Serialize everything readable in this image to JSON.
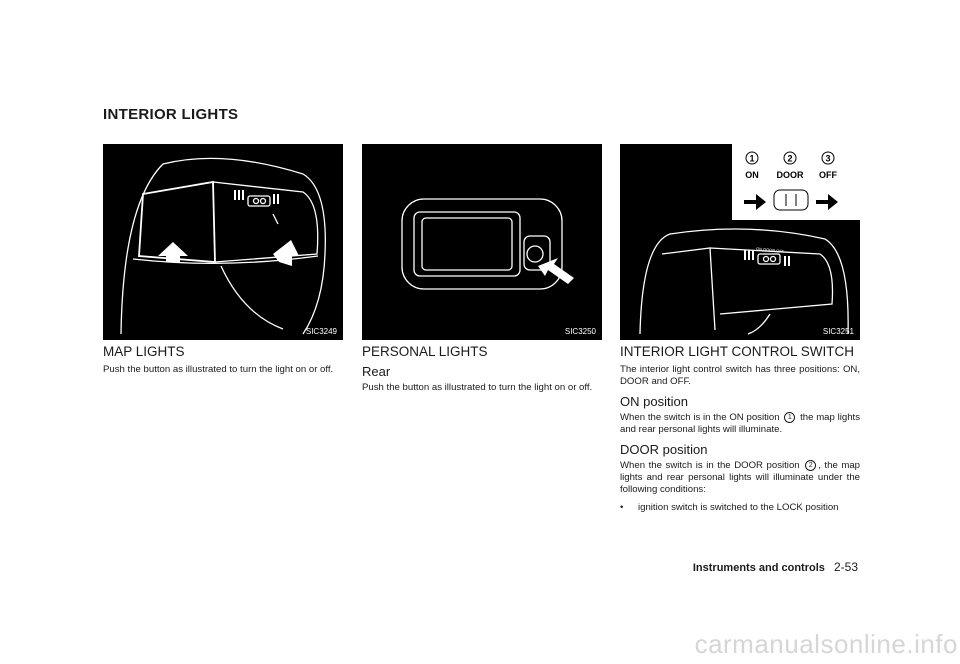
{
  "section_title": "INTERIOR LIGHTS",
  "figures": [
    {
      "code": "SIC3249"
    },
    {
      "code": "SIC3250"
    },
    {
      "code": "SIC3251",
      "inset_numbers": [
        "1",
        "2",
        "3"
      ],
      "inset_labels": [
        "ON",
        "DOOR",
        "OFF"
      ],
      "switch_text": "ON DOOR OFF"
    }
  ],
  "map_lights": {
    "heading": "MAP LIGHTS",
    "text": "Push the button as illustrated to turn the light on or off."
  },
  "personal_lights": {
    "heading": "PERSONAL LIGHTS",
    "subheading": "Rear",
    "text": "Push the button as illustrated to turn the light on or off."
  },
  "control_switch": {
    "heading": "INTERIOR LIGHT CONTROL SWITCH",
    "intro": "The interior light control switch has three positions: ON, DOOR and OFF.",
    "on": {
      "subheading": "ON position",
      "text_before": "When the switch is in the ON position",
      "marker": "1",
      "text_after": "the map lights and rear personal lights will illuminate."
    },
    "door": {
      "subheading": "DOOR position",
      "text_before": "When the switch is in the DOOR position",
      "marker": "2",
      "text_after": ", the map lights and rear personal lights will illuminate under the following conditions:"
    },
    "bullet_marker": "•",
    "bullets": [
      "ignition switch is switched to the LOCK position"
    ]
  },
  "footer": {
    "section": "Instruments and controls",
    "page": "2-53"
  },
  "watermark": "carmanualsonline.info"
}
